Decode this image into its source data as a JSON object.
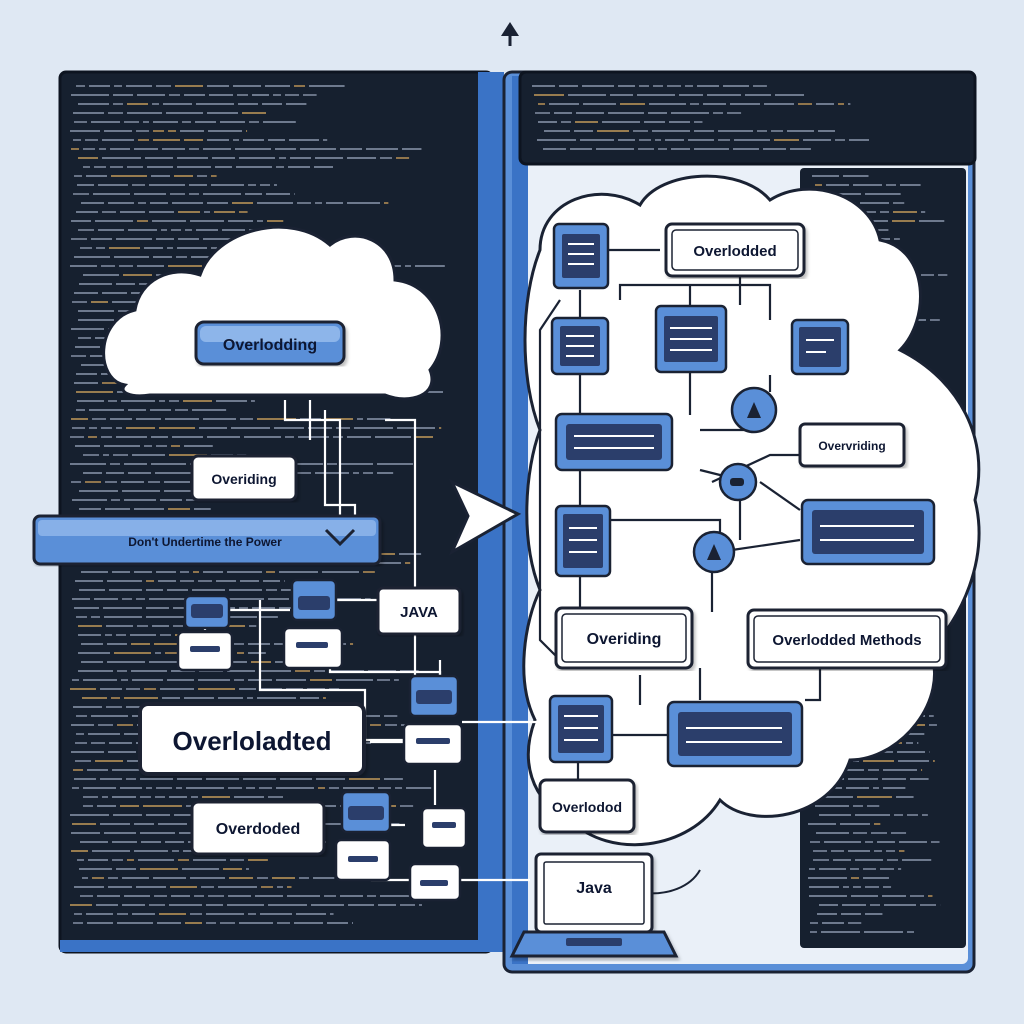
{
  "colors": {
    "background": "#dfe8f3",
    "code_panel": "#16202f",
    "divider_blue": "#3a73c6",
    "accent_blue": "#5a8fd8",
    "node_fill": "#2b3e6b",
    "cloud_fill": "#ffffff",
    "outline": "#1a2233",
    "code_line": "#8c97ad"
  },
  "labels": {
    "cloud_left": "Overlodding",
    "overriding_left": "Overiding",
    "banner": "Don't Undertime the Power",
    "java_tag": "JAVA",
    "overloaded_big": "Overloladted",
    "overloaded_small": "Overdoded",
    "right_top": "Overlodded",
    "right_overriding": "Overvriding",
    "right_overiding": "Overiding",
    "right_methods": "Overlodded Methods",
    "right_bottom": "Overlodod",
    "laptop": "Java"
  },
  "icons": {
    "top_arrow": "arrow-up-icon",
    "middle_arrow": "arrow-right-icon",
    "laptop": "laptop-icon",
    "play": "play-icon",
    "list": "list-icon"
  }
}
